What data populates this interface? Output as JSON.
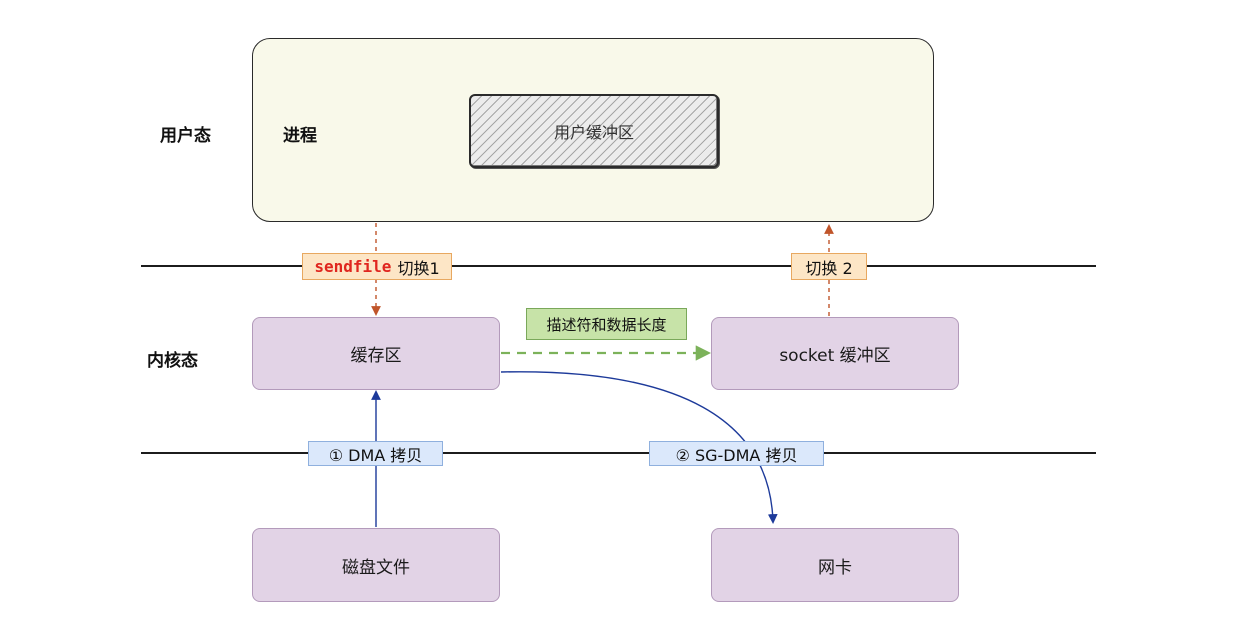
{
  "rows": {
    "user_mode": "用户态",
    "kernel_mode": "内核态"
  },
  "user_space": {
    "process_label": "进程",
    "buffer_label": "用户缓冲区"
  },
  "kernel": {
    "page_cache": "缓存区",
    "socket_buffer": "socket 缓冲区"
  },
  "hardware": {
    "disk": "磁盘文件",
    "nic": "网卡"
  },
  "tags": {
    "switch1_keyword": "sendfile",
    "switch1_text": "切换1",
    "switch2_text": "切换 2",
    "descriptor": "描述符和数据长度",
    "dma_copy": "① DMA 拷贝",
    "sg_dma_copy": "② SG-DMA 拷贝"
  },
  "colors": {
    "user_space_fill": "#f9f9ea",
    "kernel_box_fill": "#e2d3e6",
    "switch_arrow": "#c0552a",
    "descriptor_arrow": "#7cb25a",
    "dma_arrow": "#1d3a9a"
  }
}
